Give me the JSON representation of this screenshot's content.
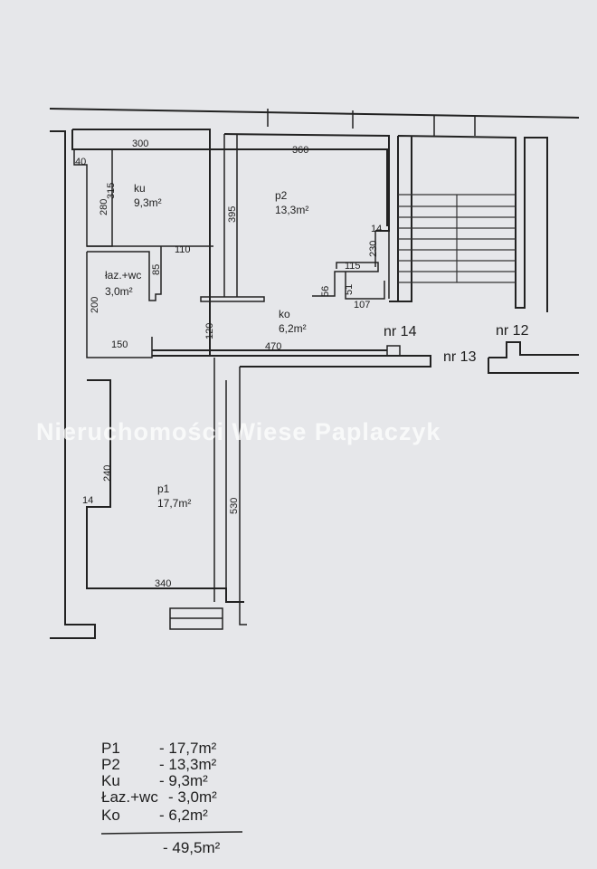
{
  "watermark": "Nieruchomości Wiese Paplaczyk",
  "rooms": {
    "ku": {
      "name": "ku",
      "area": "9,3m²"
    },
    "p2": {
      "name": "p2",
      "area": "13,3m²"
    },
    "laz": {
      "name": "łaz.+wc",
      "area": "3,0m²"
    },
    "ko": {
      "name": "ko",
      "area": "6,2m²"
    },
    "p1": {
      "name": "p1",
      "area": "17,7m²"
    }
  },
  "dimensions": {
    "d300": "300",
    "d360": "360",
    "d40": "40",
    "d315": "315",
    "d280": "280",
    "d395": "395",
    "d14a": "14",
    "d230": "230",
    "d115": "115",
    "d110": "110",
    "d85": "85",
    "d200": "200",
    "d56": "56",
    "d51": "51",
    "d107": "107",
    "d120": "120",
    "d150": "150",
    "d470": "470",
    "d240": "240",
    "d14b": "14",
    "d530": "530",
    "d340": "340"
  },
  "labels": {
    "nr14": "nr 14",
    "nr13": "nr 13",
    "nr12": "nr 12"
  },
  "legend": {
    "rows": [
      {
        "name": "P1",
        "value": "- 17,7m²"
      },
      {
        "name": "P2",
        "value": "- 13,3m²"
      },
      {
        "name": "Ku",
        "value": "- 9,3m²"
      },
      {
        "name": "Łaz.+wc",
        "value": "- 3,0m²"
      },
      {
        "name": "Ko",
        "value": "- 6,2m²"
      }
    ],
    "total": "- 49,5m²"
  }
}
